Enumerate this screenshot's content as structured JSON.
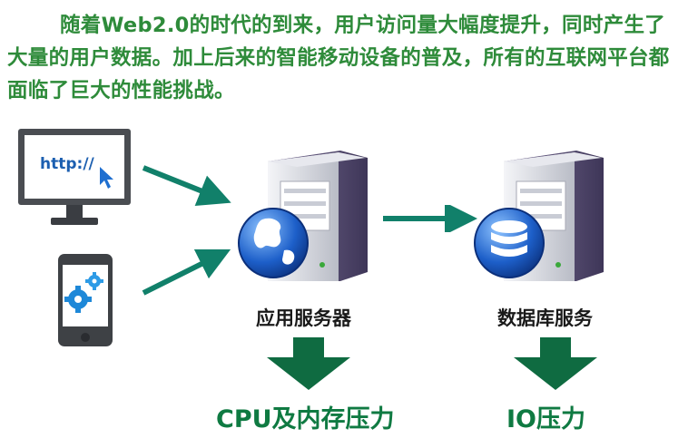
{
  "intro_text": "随着Web2.0的时代的到来，用户访问量大幅度提升，同时产生了大量的用户数据。加上后来的智能移动设备的普及，所有的互联网平台都面临了巨大的性能挑战。",
  "monitor_url": "http://",
  "app_server_label": "应用服务器",
  "db_service_label": "数据库服务",
  "app_pressure_label": "CPU及内存压力",
  "db_pressure_label": "IO压力",
  "colors": {
    "text_green": "#2e8b3a",
    "arrow_teal": "#11806a",
    "arrow_dark_green": "#0f6b41"
  }
}
